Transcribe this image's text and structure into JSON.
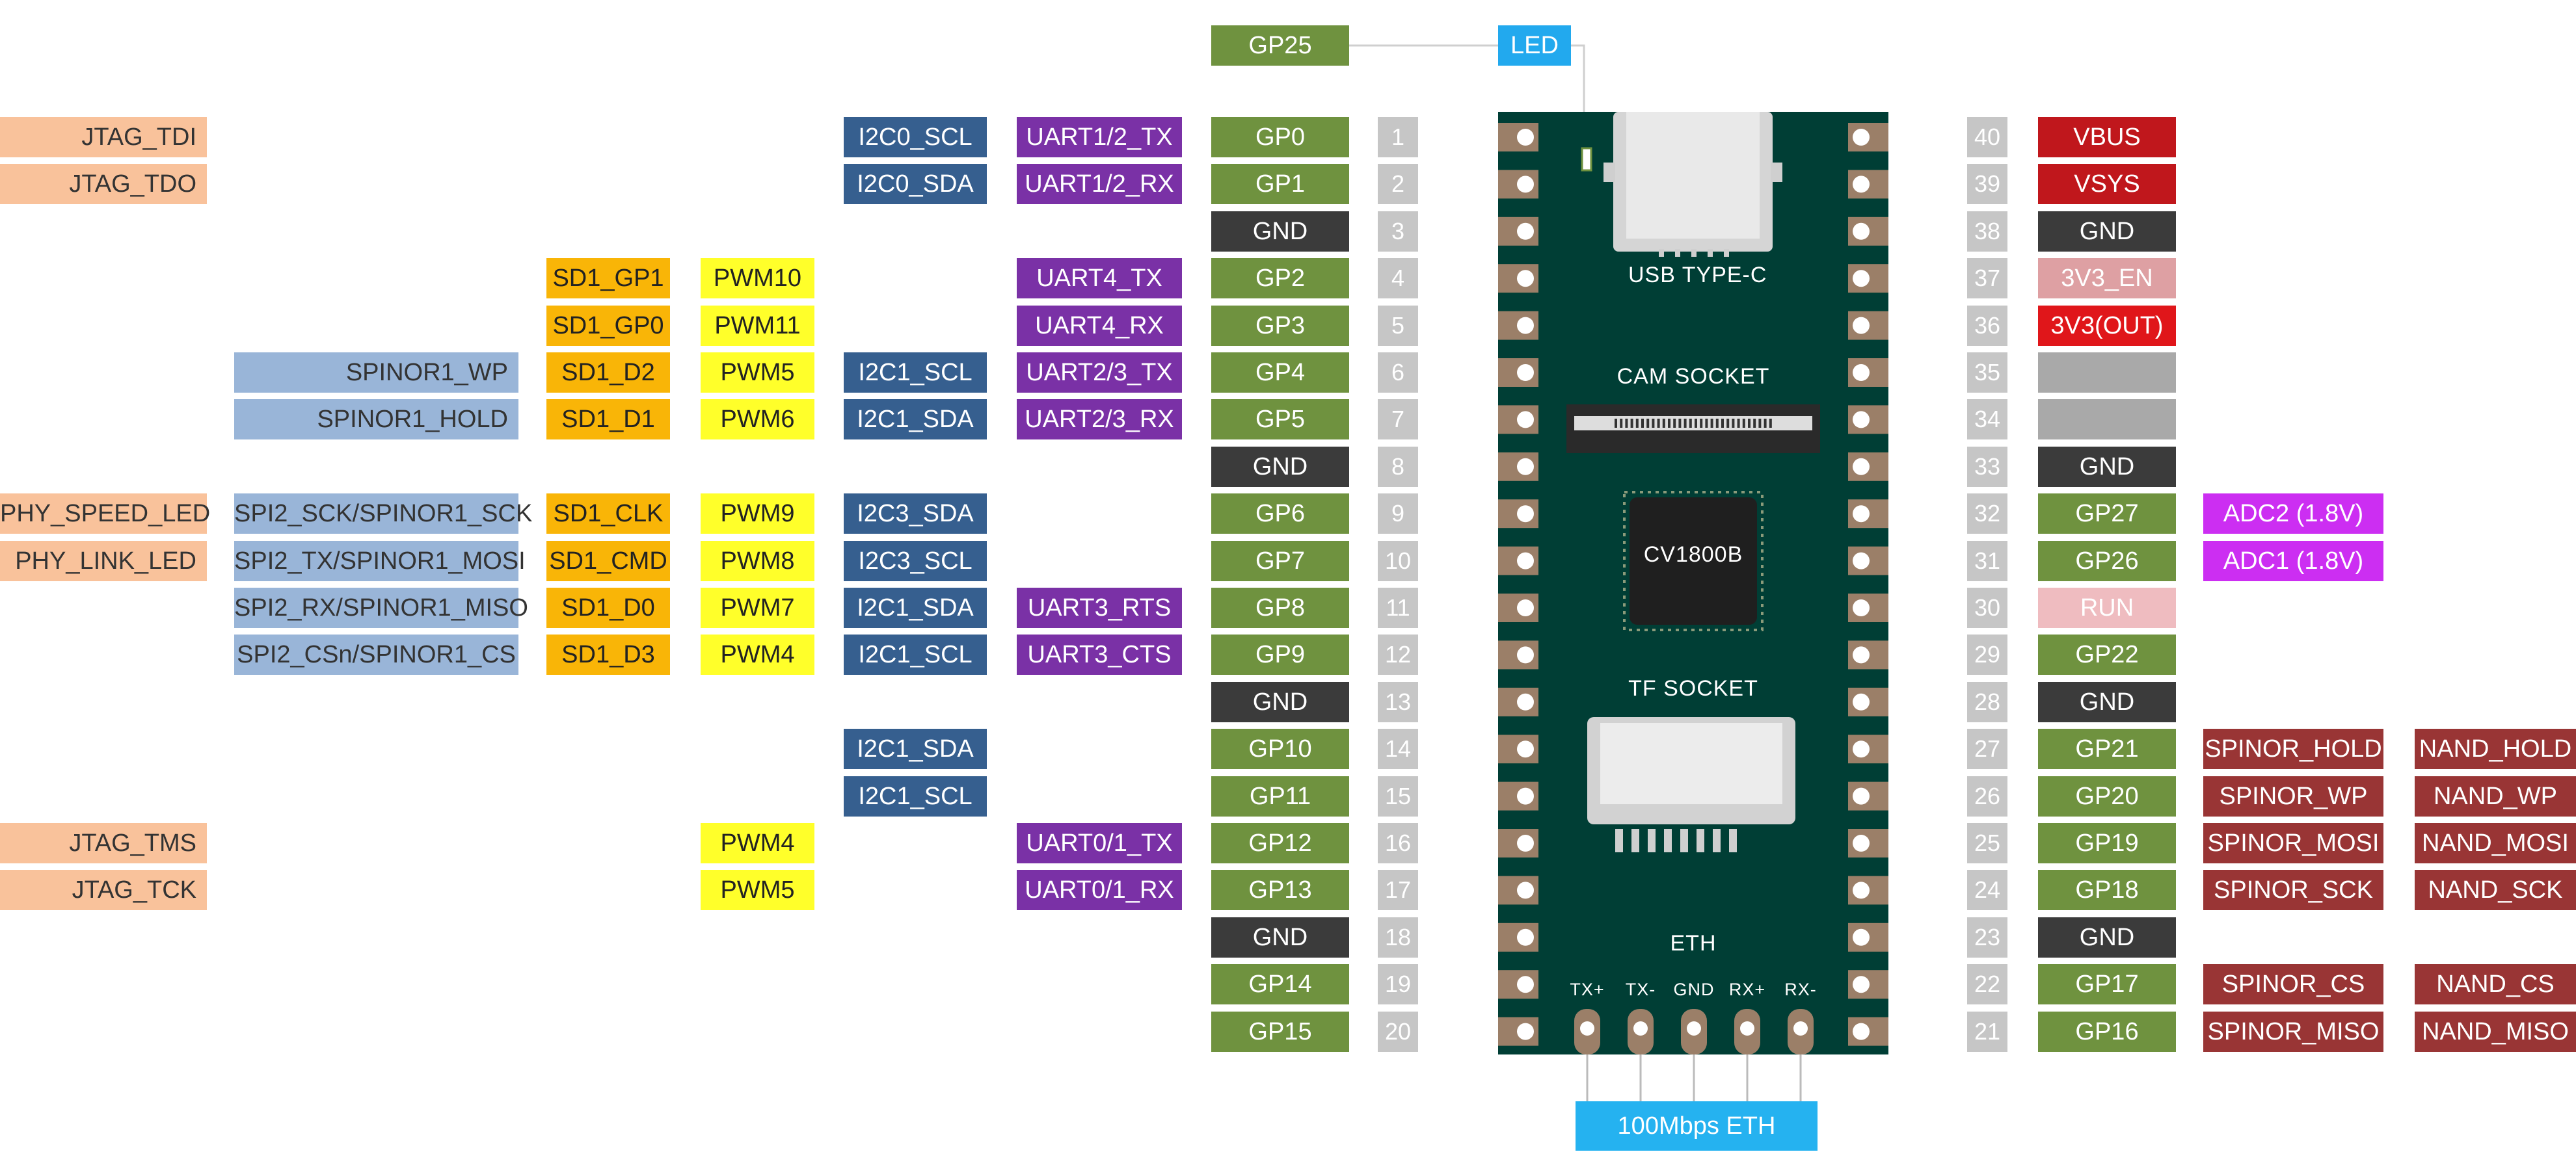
{
  "colors": {
    "gp": "#6f923f",
    "gnd": "#3b3b3b",
    "pin_num": "#c6c6c6",
    "uart": "#7a31a6",
    "i2c": "#365f8f",
    "pwm": "#ffff2a",
    "sd": "#f9b507",
    "spinor": "#99b5d8",
    "jtag": "#f9c29b",
    "vbus": "#c0171c",
    "v3out": "#e0161a",
    "en": "#dea0a3",
    "run": "#efbcc0",
    "nc": "#a9a9a9",
    "adc": "#cc2ef2",
    "nand": "#993535",
    "led": "#22a9ee",
    "eth": "#25b2f0",
    "board": "#003e35"
  },
  "board": {
    "usb": "USB TYPE-C",
    "cam": "CAM SOCKET",
    "chip": "CV1800B",
    "tf": "TF SOCKET",
    "eth": "ETH",
    "eth_pins": [
      "TX+",
      "TX-",
      "GND",
      "RX+",
      "RX-"
    ]
  },
  "led": {
    "gpio": "GP25",
    "label": "LED"
  },
  "eth_label": "100Mbps ETH",
  "left_pins": [
    {
      "num": "1",
      "name": "GP0",
      "type": "gp",
      "uart": "UART1/2_TX",
      "i2c": "I2C0_SCL",
      "pwm": "",
      "sd": "",
      "spinor": "",
      "jtag": "JTAG_TDI"
    },
    {
      "num": "2",
      "name": "GP1",
      "type": "gp",
      "uart": "UART1/2_RX",
      "i2c": "I2C0_SDA",
      "pwm": "",
      "sd": "",
      "spinor": "",
      "jtag": "JTAG_TDO"
    },
    {
      "num": "3",
      "name": "GND",
      "type": "gnd",
      "uart": "",
      "i2c": "",
      "pwm": "",
      "sd": "",
      "spinor": "",
      "jtag": ""
    },
    {
      "num": "4",
      "name": "GP2",
      "type": "gp",
      "uart": "UART4_TX",
      "i2c": "",
      "pwm": "PWM10",
      "sd": "SD1_GP1",
      "spinor": "",
      "jtag": ""
    },
    {
      "num": "5",
      "name": "GP3",
      "type": "gp",
      "uart": "UART4_RX",
      "i2c": "",
      "pwm": "PWM11",
      "sd": "SD1_GP0",
      "spinor": "",
      "jtag": ""
    },
    {
      "num": "6",
      "name": "GP4",
      "type": "gp",
      "uart": "UART2/3_TX",
      "i2c": "I2C1_SCL",
      "pwm": "PWM5",
      "sd": "SD1_D2",
      "spinor": "SPINOR1_WP",
      "jtag": ""
    },
    {
      "num": "7",
      "name": "GP5",
      "type": "gp",
      "uart": "UART2/3_RX",
      "i2c": "I2C1_SDA",
      "pwm": "PWM6",
      "sd": "SD1_D1",
      "spinor": "SPINOR1_HOLD",
      "jtag": ""
    },
    {
      "num": "8",
      "name": "GND",
      "type": "gnd",
      "uart": "",
      "i2c": "",
      "pwm": "",
      "sd": "",
      "spinor": "",
      "jtag": ""
    },
    {
      "num": "9",
      "name": "GP6",
      "type": "gp",
      "uart": "",
      "i2c": "I2C3_SDA",
      "pwm": "PWM9",
      "sd": "SD1_CLK",
      "spinor": "SPI2_SCK/SPINOR1_SCK",
      "jtag": "PHY_SPEED_LED"
    },
    {
      "num": "10",
      "name": "GP7",
      "type": "gp",
      "uart": "",
      "i2c": "I2C3_SCL",
      "pwm": "PWM8",
      "sd": "SD1_CMD",
      "spinor": "SPI2_TX/SPINOR1_MOSI",
      "jtag": "PHY_LINK_LED"
    },
    {
      "num": "11",
      "name": "GP8",
      "type": "gp",
      "uart": "UART3_RTS",
      "i2c": "I2C1_SDA",
      "pwm": "PWM7",
      "sd": "SD1_D0",
      "spinor": "SPI2_RX/SPINOR1_MISO",
      "jtag": ""
    },
    {
      "num": "12",
      "name": "GP9",
      "type": "gp",
      "uart": "UART3_CTS",
      "i2c": "I2C1_SCL",
      "pwm": "PWM4",
      "sd": "SD1_D3",
      "spinor": "SPI2_CSn/SPINOR1_CS",
      "jtag": ""
    },
    {
      "num": "13",
      "name": "GND",
      "type": "gnd",
      "uart": "",
      "i2c": "",
      "pwm": "",
      "sd": "",
      "spinor": "",
      "jtag": ""
    },
    {
      "num": "14",
      "name": "GP10",
      "type": "gp",
      "uart": "",
      "i2c": "I2C1_SDA",
      "pwm": "",
      "sd": "",
      "spinor": "",
      "jtag": ""
    },
    {
      "num": "15",
      "name": "GP11",
      "type": "gp",
      "uart": "",
      "i2c": "I2C1_SCL",
      "pwm": "",
      "sd": "",
      "spinor": "",
      "jtag": ""
    },
    {
      "num": "16",
      "name": "GP12",
      "type": "gp",
      "uart": "UART0/1_TX",
      "i2c": "",
      "pwm": "PWM4",
      "sd": "",
      "spinor": "",
      "jtag": "JTAG_TMS"
    },
    {
      "num": "17",
      "name": "GP13",
      "type": "gp",
      "uart": "UART0/1_RX",
      "i2c": "",
      "pwm": "PWM5",
      "sd": "",
      "spinor": "",
      "jtag": "JTAG_TCK"
    },
    {
      "num": "18",
      "name": "GND",
      "type": "gnd",
      "uart": "",
      "i2c": "",
      "pwm": "",
      "sd": "",
      "spinor": "",
      "jtag": ""
    },
    {
      "num": "19",
      "name": "GP14",
      "type": "gp",
      "uart": "",
      "i2c": "",
      "pwm": "",
      "sd": "",
      "spinor": "",
      "jtag": ""
    },
    {
      "num": "20",
      "name": "GP15",
      "type": "gp",
      "uart": "",
      "i2c": "",
      "pwm": "",
      "sd": "",
      "spinor": "",
      "jtag": ""
    }
  ],
  "right_pins": [
    {
      "num": "40",
      "name": "VBUS",
      "type": "vbus",
      "alt1": "",
      "alt1type": "",
      "alt2": ""
    },
    {
      "num": "39",
      "name": "VSYS",
      "type": "vbus",
      "alt1": "",
      "alt1type": "",
      "alt2": ""
    },
    {
      "num": "38",
      "name": "GND",
      "type": "gnd",
      "alt1": "",
      "alt1type": "",
      "alt2": ""
    },
    {
      "num": "37",
      "name": "3V3_EN",
      "type": "en",
      "alt1": "",
      "alt1type": "",
      "alt2": ""
    },
    {
      "num": "36",
      "name": "3V3(OUT)",
      "type": "v3out",
      "alt1": "",
      "alt1type": "",
      "alt2": ""
    },
    {
      "num": "35",
      "name": "",
      "type": "nc",
      "alt1": "",
      "alt1type": "",
      "alt2": ""
    },
    {
      "num": "34",
      "name": "",
      "type": "nc",
      "alt1": "",
      "alt1type": "",
      "alt2": ""
    },
    {
      "num": "33",
      "name": "GND",
      "type": "gnd",
      "alt1": "",
      "alt1type": "",
      "alt2": ""
    },
    {
      "num": "32",
      "name": "GP27",
      "type": "gp",
      "alt1": "ADC2 (1.8V)",
      "alt1type": "adc",
      "alt2": ""
    },
    {
      "num": "31",
      "name": "GP26",
      "type": "gp",
      "alt1": "ADC1 (1.8V)",
      "alt1type": "adc",
      "alt2": ""
    },
    {
      "num": "30",
      "name": "RUN",
      "type": "run",
      "alt1": "",
      "alt1type": "",
      "alt2": ""
    },
    {
      "num": "29",
      "name": "GP22",
      "type": "gp",
      "alt1": "",
      "alt1type": "",
      "alt2": ""
    },
    {
      "num": "28",
      "name": "GND",
      "type": "gnd",
      "alt1": "",
      "alt1type": "",
      "alt2": ""
    },
    {
      "num": "27",
      "name": "GP21",
      "type": "gp",
      "alt1": "SPINOR_HOLD",
      "alt1type": "nand",
      "alt2": "NAND_HOLD"
    },
    {
      "num": "26",
      "name": "GP20",
      "type": "gp",
      "alt1": "SPINOR_WP",
      "alt1type": "nand",
      "alt2": "NAND_WP"
    },
    {
      "num": "25",
      "name": "GP19",
      "type": "gp",
      "alt1": "SPINOR_MOSI",
      "alt1type": "nand",
      "alt2": "NAND_MOSI"
    },
    {
      "num": "24",
      "name": "GP18",
      "type": "gp",
      "alt1": "SPINOR_SCK",
      "alt1type": "nand",
      "alt2": "NAND_SCK"
    },
    {
      "num": "23",
      "name": "GND",
      "type": "gnd",
      "alt1": "",
      "alt1type": "",
      "alt2": ""
    },
    {
      "num": "22",
      "name": "GP17",
      "type": "gp",
      "alt1": "SPINOR_CS",
      "alt1type": "nand",
      "alt2": "NAND_CS"
    },
    {
      "num": "21",
      "name": "GP16",
      "type": "gp",
      "alt1": "SPINOR_MISO",
      "alt1type": "nand",
      "alt2": "NAND_MISO"
    }
  ]
}
